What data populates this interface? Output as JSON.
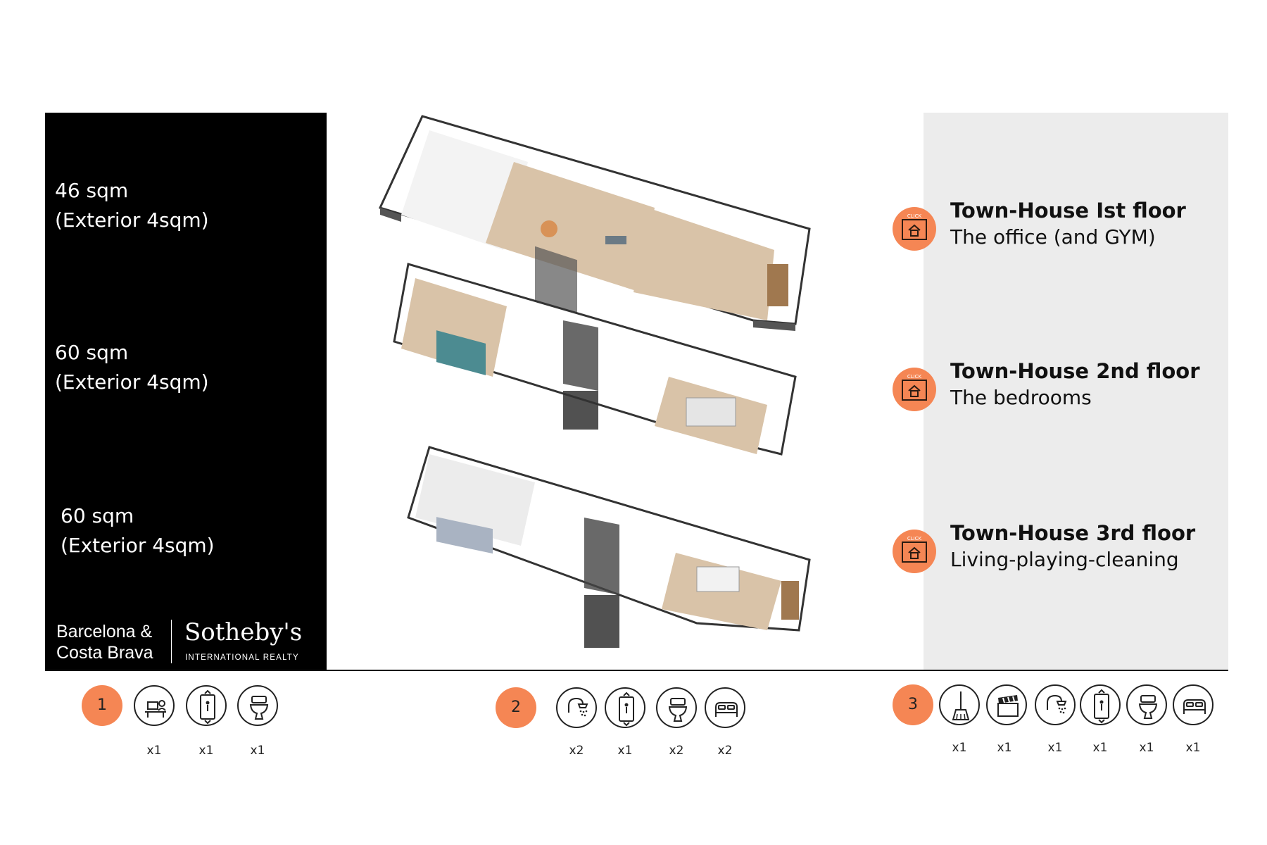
{
  "floors_left": [
    {
      "area": "46 sqm",
      "exterior": "(Exterior 4sqm)"
    },
    {
      "area": "60 sqm",
      "exterior": "(Exterior 4sqm)"
    },
    {
      "area": "60 sqm",
      "exterior": "(Exterior 4sqm)"
    }
  ],
  "logo": {
    "line1": "Barcelona &",
    "line2": "Costa Brava",
    "brand": "Sotheby's",
    "sub": "INTERNATIONAL REALTY"
  },
  "floors_right": [
    {
      "title": "Town-House Ist floor",
      "subtitle": "The office (and GYM)",
      "click_label": "CLICK"
    },
    {
      "title": "Town-House 2nd  floor",
      "subtitle": "The bedrooms",
      "click_label": "CLICK"
    },
    {
      "title": "Town-House 3rd  floor",
      "subtitle": "Living-playing-cleaning",
      "click_label": "CLICK"
    }
  ],
  "groups": [
    {
      "number": "1",
      "items": [
        {
          "icon": "office-desk-icon",
          "count": "x1"
        },
        {
          "icon": "elevator-icon",
          "count": "x1"
        },
        {
          "icon": "toilet-icon",
          "count": "x1"
        }
      ]
    },
    {
      "number": "2",
      "items": [
        {
          "icon": "shower-icon",
          "count": "x2"
        },
        {
          "icon": "elevator-icon",
          "count": "x1"
        },
        {
          "icon": "toilet-icon",
          "count": "x2"
        },
        {
          "icon": "bed-icon",
          "count": "x2"
        }
      ]
    },
    {
      "number": "3",
      "items": [
        {
          "icon": "broom-icon",
          "count": "x1"
        },
        {
          "icon": "clapperboard-icon",
          "count": "x1"
        },
        {
          "icon": "shower-icon",
          "count": "x1"
        },
        {
          "icon": "elevator-icon",
          "count": "x1"
        },
        {
          "icon": "toilet-icon",
          "count": "x1"
        },
        {
          "icon": "bed-icon",
          "count": "x1"
        }
      ]
    }
  ],
  "colors": {
    "accent": "#f58654",
    "panel_dark": "#000000",
    "panel_light": "#ececec"
  }
}
